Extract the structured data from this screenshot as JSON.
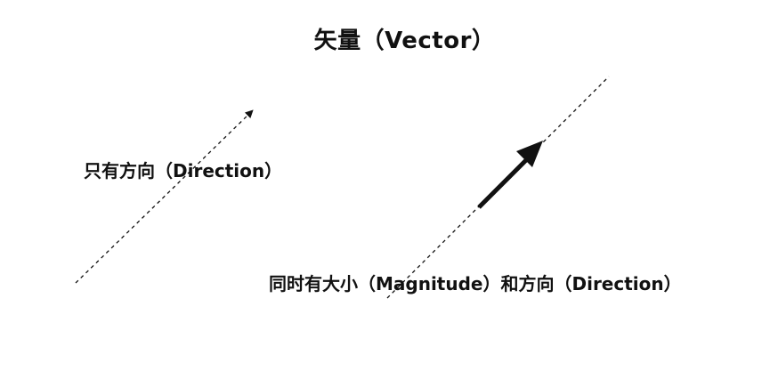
{
  "title": "矢量（Vector）",
  "diagrams": [
    {
      "label": "只有方向（Direction）"
    },
    {
      "label": "同时有大小（Magnitude）和方向（Direction）"
    }
  ],
  "colors": {
    "ink": "#111111",
    "background": "#ffffff"
  }
}
